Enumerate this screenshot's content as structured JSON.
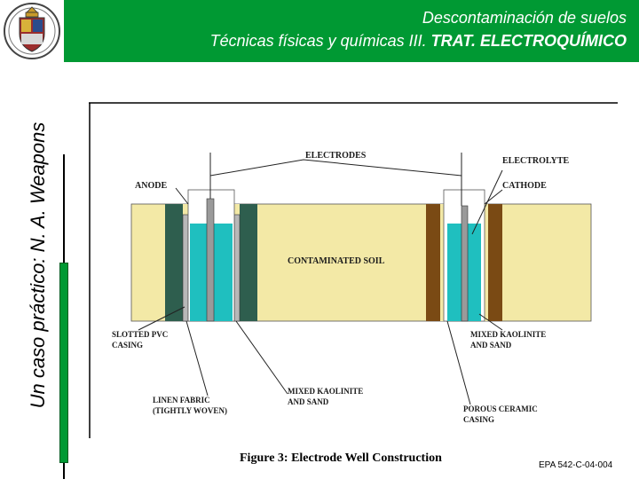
{
  "header": {
    "title_line1": "Descontaminación de suelos",
    "title_line2_prefix": "Técnicas físicas y químicas III. ",
    "title_line2_bold": "TRAT. ELECTROQUÍMICO",
    "background_color": "#009933"
  },
  "sidebar": {
    "vertical_title": "Un caso práctico: N. A. Weapons"
  },
  "figure": {
    "labels": {
      "electrodes": "ELECTRODES",
      "electrolyte": "ELECTROLYTE",
      "anode": "ANODE",
      "cathode": "CATHODE",
      "contaminated_soil": "CONTAMINATED SOIL",
      "slotted_pvc_1": "SLOTTED PVC",
      "slotted_pvc_2": "CASING",
      "mixed_kaolinite_right_1": "MIXED KAOLINITE",
      "mixed_kaolinite_right_2": "AND SAND",
      "linen_fabric_1": "LINEN FABRIC",
      "linen_fabric_2": "(TIGHTLY WOVEN)",
      "mixed_kaolinite_left_1": "MIXED KAOLINITE",
      "mixed_kaolinite_left_2": "AND SAND",
      "porous_ceramic_1": "POROUS CERAMIC",
      "porous_ceramic_2": "CASING"
    },
    "colors": {
      "soil": "#f3e9a6",
      "electrolyte": "#1fbfbf",
      "anode_fill": "#2e5e4e",
      "cathode_fill": "#7a4a14"
    },
    "caption": "Figure 3: Electrode Well Construction"
  },
  "footer": {
    "source": "EPA 542-C-04-004"
  }
}
